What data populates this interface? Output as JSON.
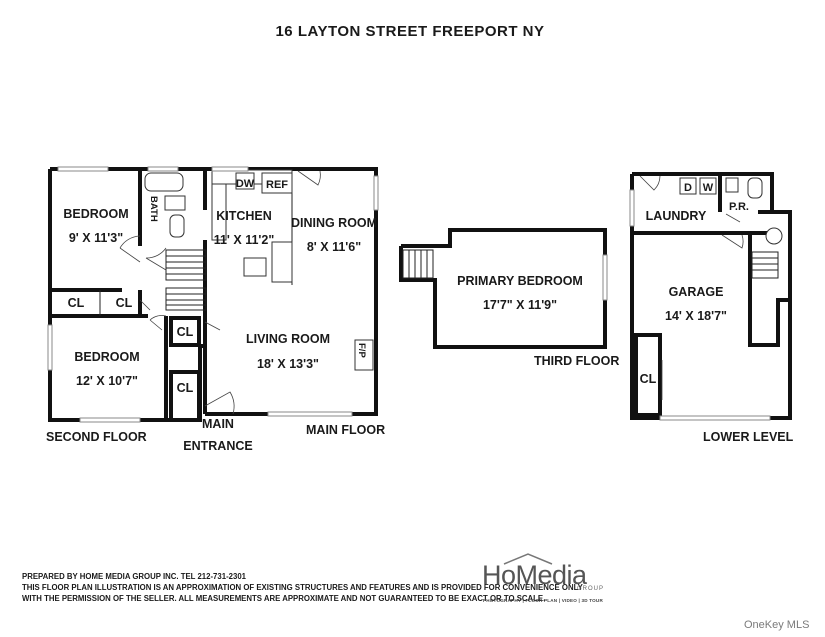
{
  "title": "16 LAYTON STREET FREEPORT NY",
  "floors": {
    "second": {
      "label": "SECOND FLOOR",
      "bedroom1": {
        "name": "BEDROOM",
        "dims": "9' X 11'3\""
      },
      "bedroom2": {
        "name": "BEDROOM",
        "dims": "12' X 10'7\""
      },
      "bath": "BATH",
      "closet1": "CL",
      "closet2": "CL"
    },
    "main": {
      "label": "MAIN FLOOR",
      "kitchen": {
        "name": "KITCHEN",
        "dims": "11' X 11'2\""
      },
      "dining": {
        "name": "DINING ROOM",
        "dims": "8' X 11'6\""
      },
      "living": {
        "name": "LIVING ROOM",
        "dims": "18' X 13'3\""
      },
      "dw": "DW",
      "ref": "REF",
      "fireplace": "F/P",
      "closet1": "CL",
      "closet2": "CL",
      "entrance_line1": "MAIN",
      "entrance_line2": "ENTRANCE"
    },
    "third": {
      "label": "THIRD FLOOR",
      "primary": {
        "name": "PRIMARY BEDROOM",
        "dims": "17'7\" X 11'9\""
      }
    },
    "lower": {
      "label": "LOWER LEVEL",
      "laundry": "LAUNDRY",
      "d": "D",
      "w": "W",
      "pr": "P.R.",
      "garage": {
        "name": "GARAGE",
        "dims": "14' X 18'7\""
      },
      "closet": "CL"
    }
  },
  "disclaimer": {
    "line1": "PREPARED BY HOME MEDIA GROUP INC. TEL 212-731-2301",
    "line2": "THIS FLOOR PLAN ILLUSTRATION IS AN APPROXIMATION OF EXISTING STRUCTURES AND FEATURES AND IS PROVIDED FOR CONVENIENCE ONLY",
    "line3": "WITH THE PERMISSION OF THE SELLER. ALL MEASUREMENTS ARE APPROXIMATE AND NOT GUARANTEED TO BE EXACT OR TO SCALE."
  },
  "logo": {
    "wordmark": "HoMedia",
    "group": "GROUP",
    "tagline": "PHOTOGRAPHY | FLOOR PLAN | VIDEO | 3D TOUR"
  },
  "watermark": "OneKey MLS"
}
